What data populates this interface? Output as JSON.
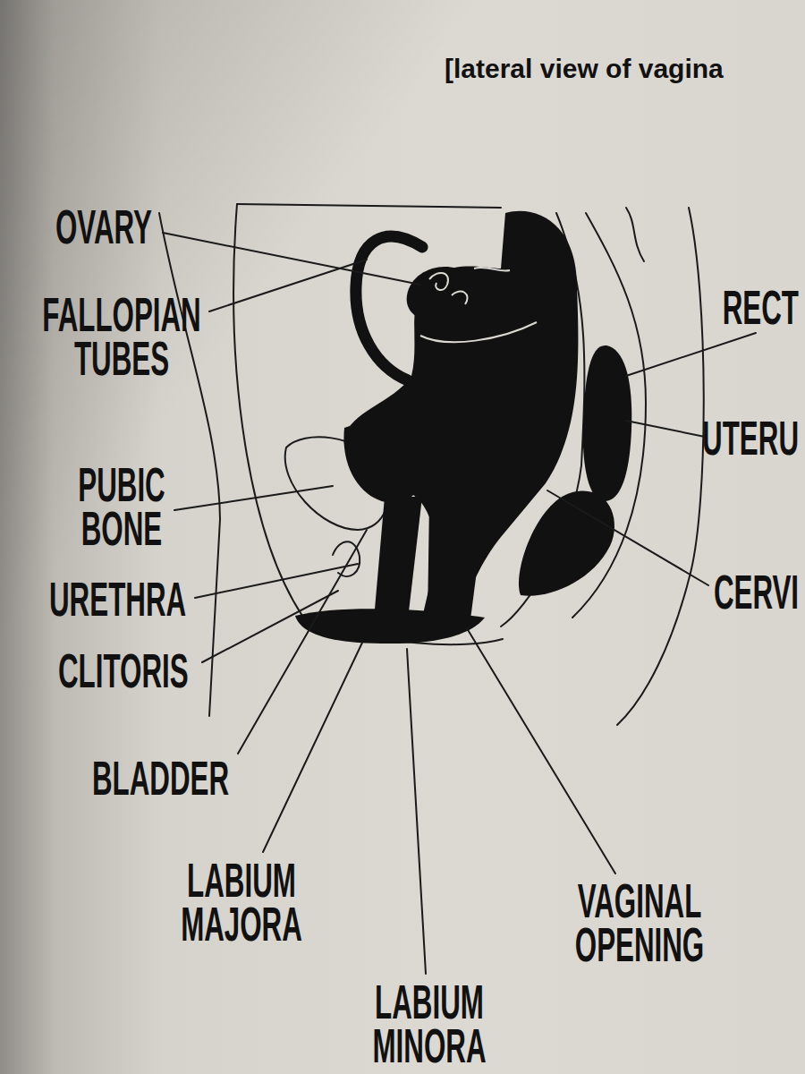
{
  "diagram": {
    "title": "[lateral view of vagina",
    "labels": [
      "OVARY",
      "FALLOPIAN TUBES",
      "PUBIC BONE",
      "URETHRA",
      "CLITORIS",
      "BLADDER",
      "LABIUM MAJORA",
      "LABIUM MINORA",
      "VAGINAL OPENING",
      "RECT",
      "UTERU",
      "CERVI"
    ]
  }
}
